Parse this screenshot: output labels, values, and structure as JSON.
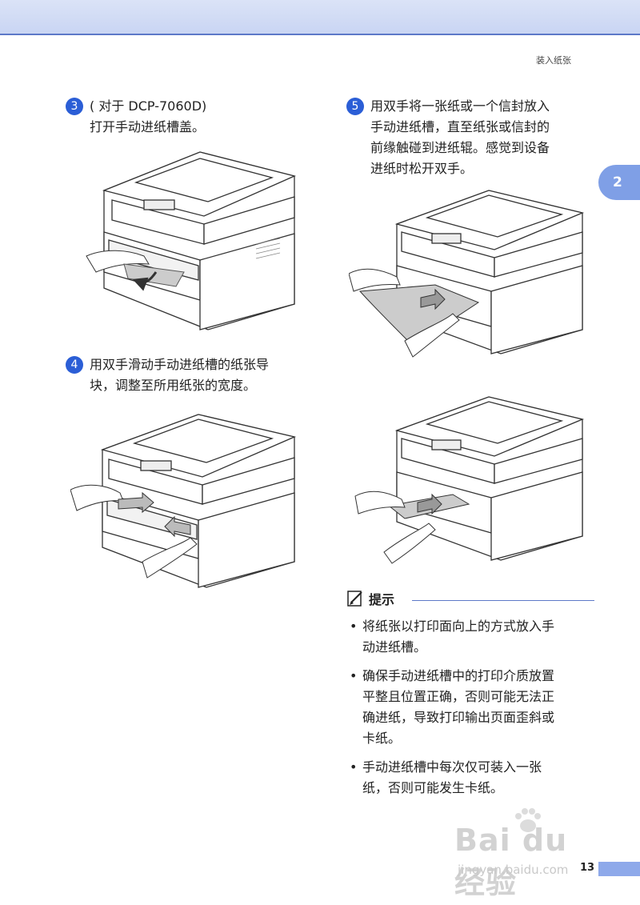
{
  "header": {
    "chapter_title": "装入纸张",
    "chapter_tab": "2"
  },
  "steps": [
    {
      "num": "3",
      "text": "( 对于 DCP-7060D)\n打开手动进纸槽盖。"
    },
    {
      "num": "4",
      "text": "用双手滑动手动进纸槽的纸张导\n块，调整至所用纸张的宽度。"
    },
    {
      "num": "5",
      "text": "用双手将一张纸或一个信封放入\n手动进纸槽，直至纸张或信封的\n前缘触碰到进纸辊。感觉到设备\n进纸时松开双手。"
    }
  ],
  "note": {
    "title": "提示",
    "icon": "note-pencil-icon",
    "items": [
      "将纸张以打印面向上的方式放入手\n动进纸槽。",
      "确保手动进纸槽中的打印介质放置\n平整且位置正确，否则可能无法正\n确进纸，导致打印输出页面歪斜或\n卡纸。",
      "手动进纸槽中每次仅可装入一张\n纸，否则可能发生卡纸。"
    ]
  },
  "footer": {
    "page_number": "13",
    "watermark_logo": "Bai du 经验",
    "watermark_url": "jingyan.baidu.com"
  },
  "colors": {
    "accent": "#2b5ed6",
    "tab": "#7f9fe6",
    "header": "#c9d5f3"
  }
}
